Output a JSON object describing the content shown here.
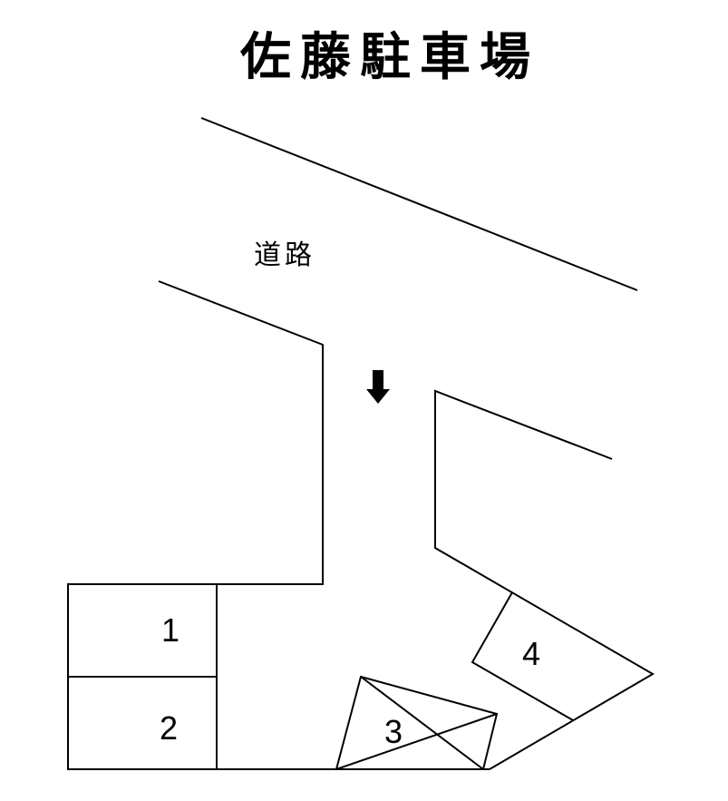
{
  "title": "佐藤駐車場",
  "road_label": "道路",
  "entrance_arrow": "down-arrow-icon",
  "spots": [
    {
      "number": "1"
    },
    {
      "number": "2"
    },
    {
      "number": "3",
      "marked": "crossed-out"
    },
    {
      "number": "4"
    }
  ],
  "colors": {
    "line": "#000000",
    "background": "#ffffff"
  }
}
